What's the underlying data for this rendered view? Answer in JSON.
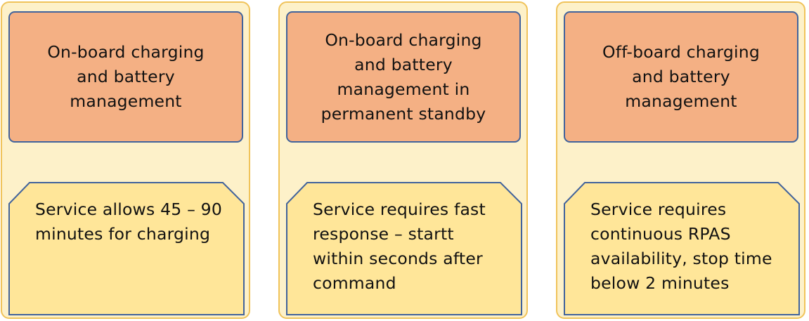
{
  "panels": [
    {
      "top": [
        "On-board charging",
        "and battery",
        "management"
      ],
      "bottom": [
        "Service allows 45 – 90",
        "minutes for charging"
      ]
    },
    {
      "top": [
        "On-board charging",
        "and battery",
        "management in",
        "permanent standby"
      ],
      "bottom": [
        "Service requires fast",
        "response – startt",
        "within seconds after",
        "command"
      ]
    },
    {
      "top": [
        "Off-board charging",
        "and battery",
        "management"
      ],
      "bottom": [
        "Service requires",
        "continuous RPAS",
        "availability, stop time",
        "below 2 minutes"
      ]
    }
  ],
  "colors": {
    "panel_fill": "#fdf1c9",
    "panel_border": "#f0c35a",
    "top_box_fill": "#f4b084",
    "bottom_box_fill": "#ffe699",
    "box_border": "#41639c"
  }
}
